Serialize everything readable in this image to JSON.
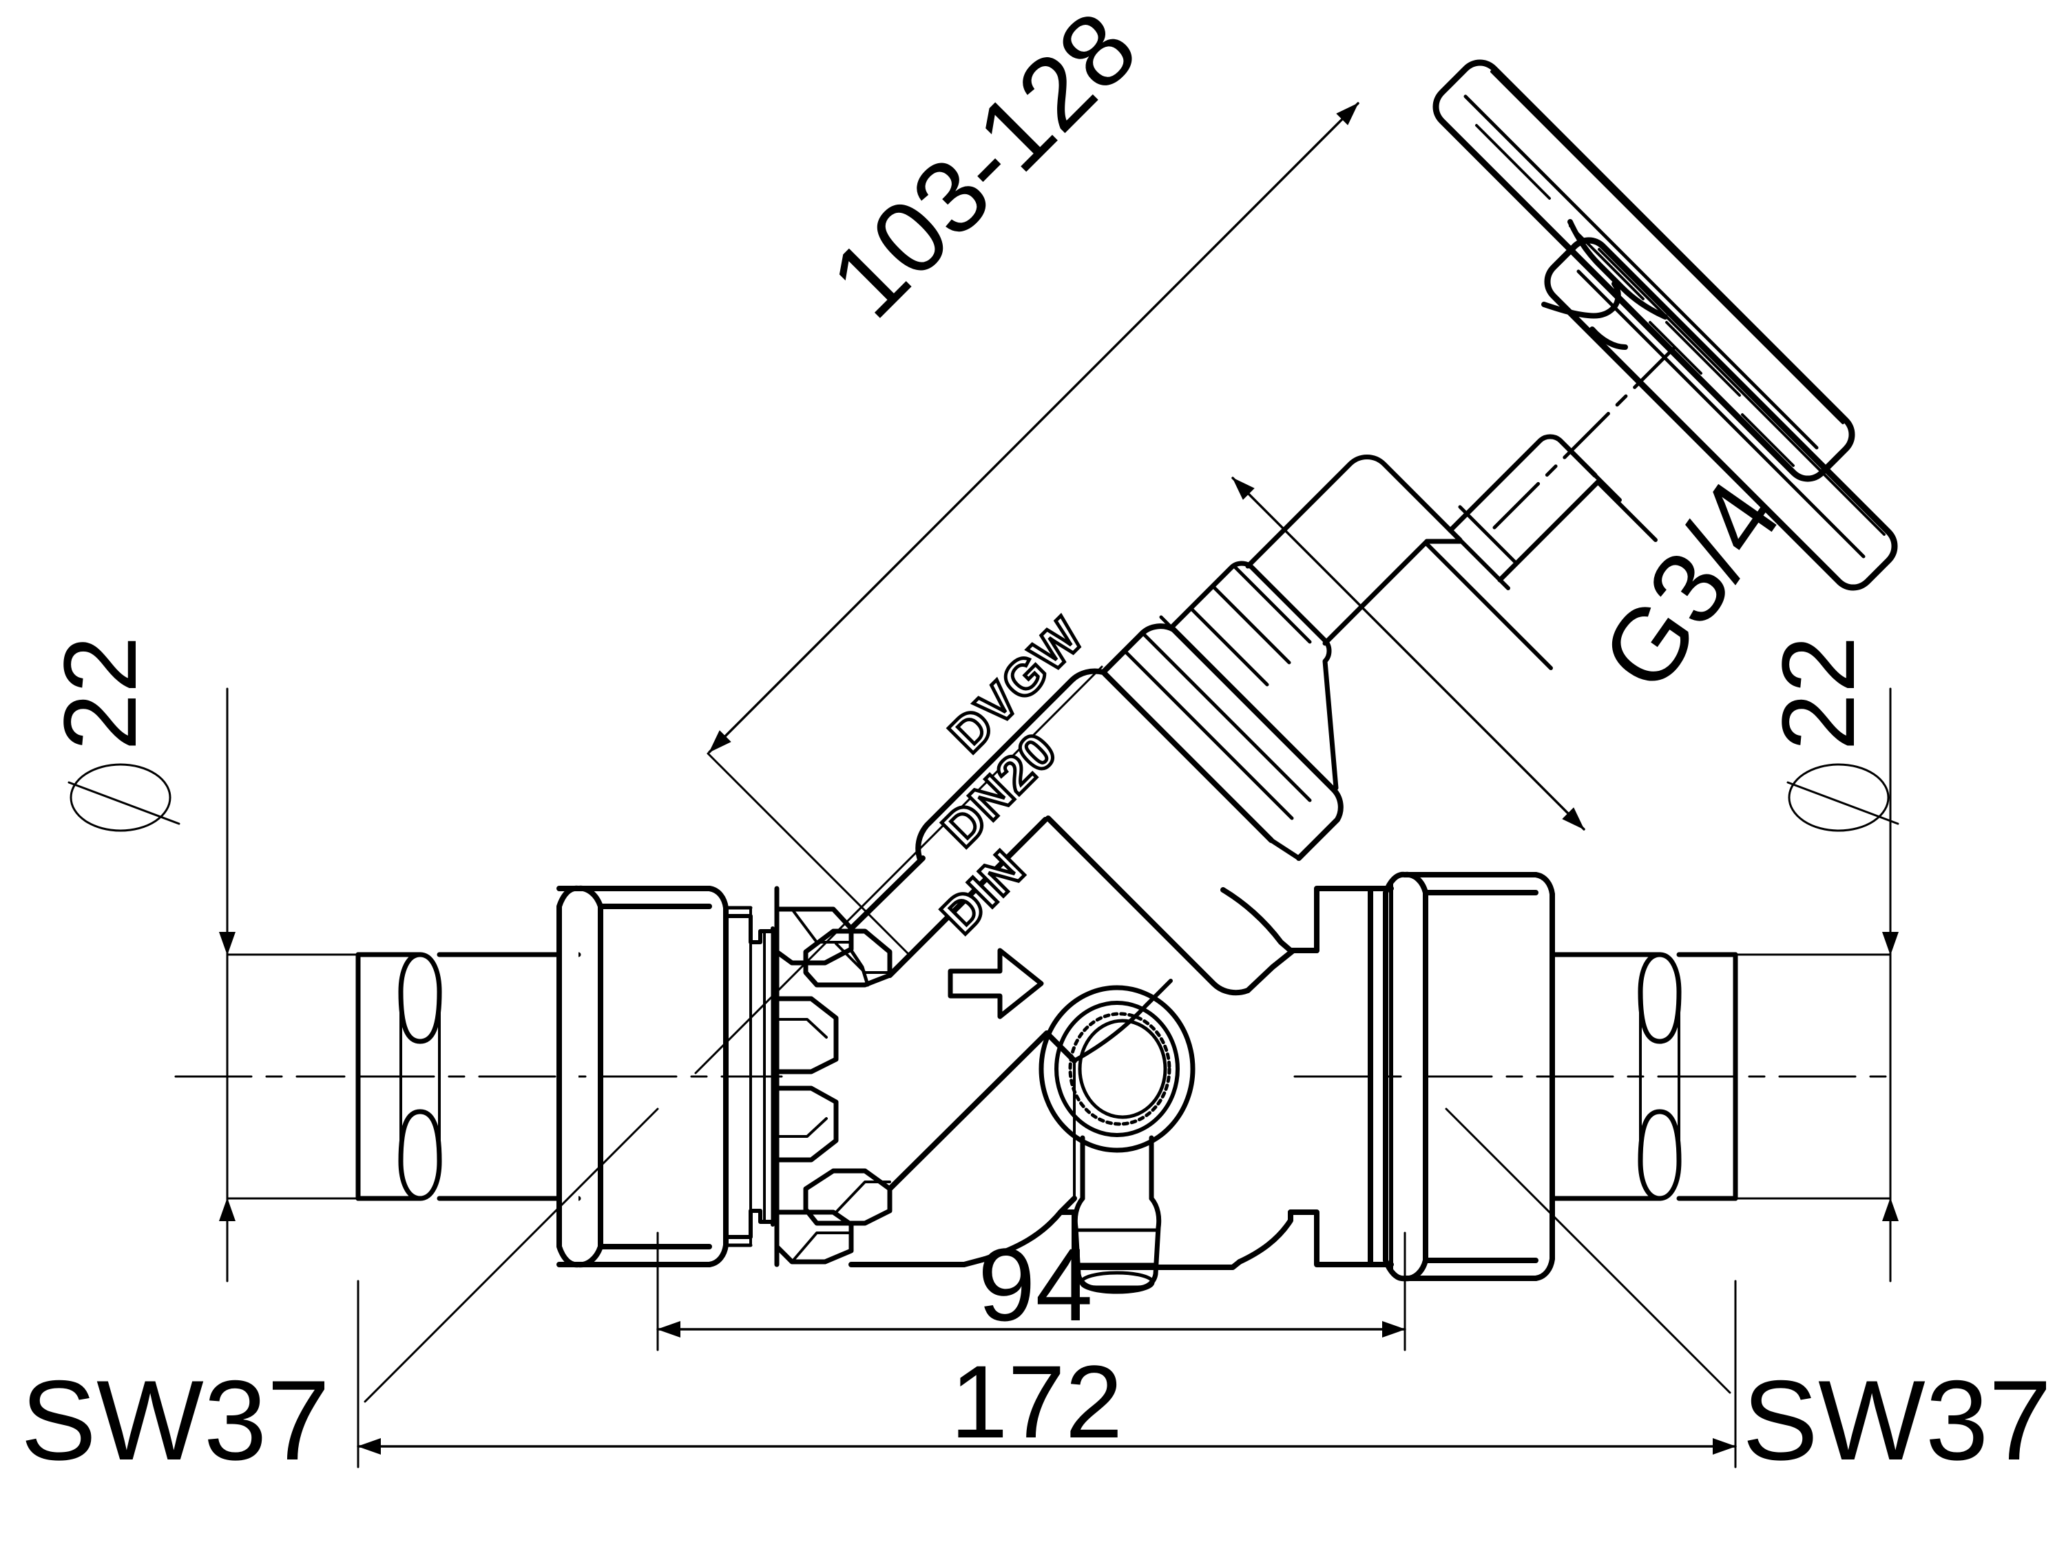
{
  "drawing": {
    "title": "Straight-pattern balancing / shut-off valve with press-fit ends",
    "type": "technical-dimension-drawing",
    "units": "mm",
    "line_color": "#000000",
    "background_color": "#ffffff"
  },
  "dimensions": {
    "stem_travel": "103-128",
    "diameter_left": "22",
    "diameter_right": "22",
    "thread_port": "G3/4",
    "spacing_center": "94",
    "overall_length": "172",
    "wrench_size_left": "SW37",
    "wrench_size_right": "SW37",
    "diameter_symbol_left": "diameter-symbol",
    "diameter_symbol_right": "diameter-symbol"
  },
  "body_markings": {
    "line1": "DVGW",
    "line2": "DN20",
    "line3": "DIN",
    "flow_arrow": "flow-direction-arrow"
  },
  "components": {
    "handle": "t-bar-lever-handle",
    "stem": "valve-stem",
    "bonnet": "bonnet-gland-nut",
    "valve_body": "valve-body",
    "check_cage": "check-valve-cage",
    "test_port": "threaded-test-port",
    "drain_nozzle": "drain-hose-nozzle",
    "union_nut_left": "union-nut-left",
    "union_nut_right": "union-nut-right",
    "press_end_left": "press-fit-pipe-end-left",
    "press_end_right": "press-fit-pipe-end-right"
  }
}
